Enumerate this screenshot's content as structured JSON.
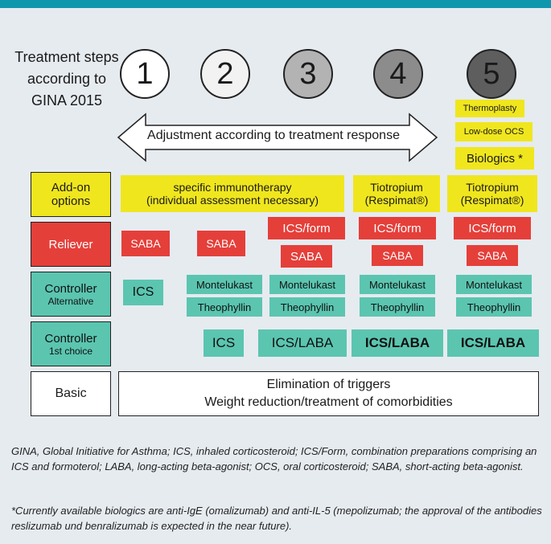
{
  "title": [
    "Treatment steps",
    "according to",
    "GINA 2015"
  ],
  "steps": [
    "1",
    "2",
    "3",
    "4",
    "5"
  ],
  "step_colors": [
    "#ffffff",
    "#f2f2f2",
    "#b3b3b3",
    "#8c8c8c",
    "#5e5e5e"
  ],
  "arrow_label": "Adjustment according to treatment response",
  "step5_extras": [
    "Thermoplasty",
    "Low-dose OCS",
    "Biologics *"
  ],
  "rows": {
    "addon": {
      "label": [
        "Add-on",
        "options"
      ],
      "step1_3": [
        "specific immunotherapy",
        "(individual assessment necessary)"
      ],
      "step4": [
        "Tiotropium",
        "(Respimat®)"
      ],
      "step5": [
        "Tiotropium",
        "(Respimat®)"
      ]
    },
    "reliever": {
      "label": "Reliever",
      "s1": "SABA",
      "s2": "SABA",
      "s3a": "ICS/form",
      "s3b": "SABA",
      "s4a": "ICS/form",
      "s4b": "SABA",
      "s5a": "ICS/form",
      "s5b": "SABA"
    },
    "controller_alt": {
      "label": [
        "Controller",
        "Alternative"
      ],
      "s1": "ICS",
      "mont": "Montelukast",
      "theo": "Theophyllin"
    },
    "controller_first": {
      "label": [
        "Controller",
        "1st choice"
      ],
      "s2": "ICS",
      "s3": "ICS/LABA",
      "s4": "ICS/LABA",
      "s5": "ICS/LABA"
    },
    "basic": {
      "label": "Basic",
      "text": [
        "Elimination of triggers",
        "Weight reduction/treatment of comorbidities"
      ]
    }
  },
  "footnotes": [
    "GINA, Global Initiative for Asthma; ICS, inhaled corticosteroid; ICS/Form, combination preparations comprising an ICS and formoterol; LABA, long-acting beta-agonist; OCS, oral corticosteroid; SABA, short-acting beta-agonist.",
    "*Currently available biologics are anti-IgE (omalizumab) and anti-IL-5 (mepolizumab; the approval of the antibodies reslizumab und benralizumab is expected in the near future)."
  ]
}
